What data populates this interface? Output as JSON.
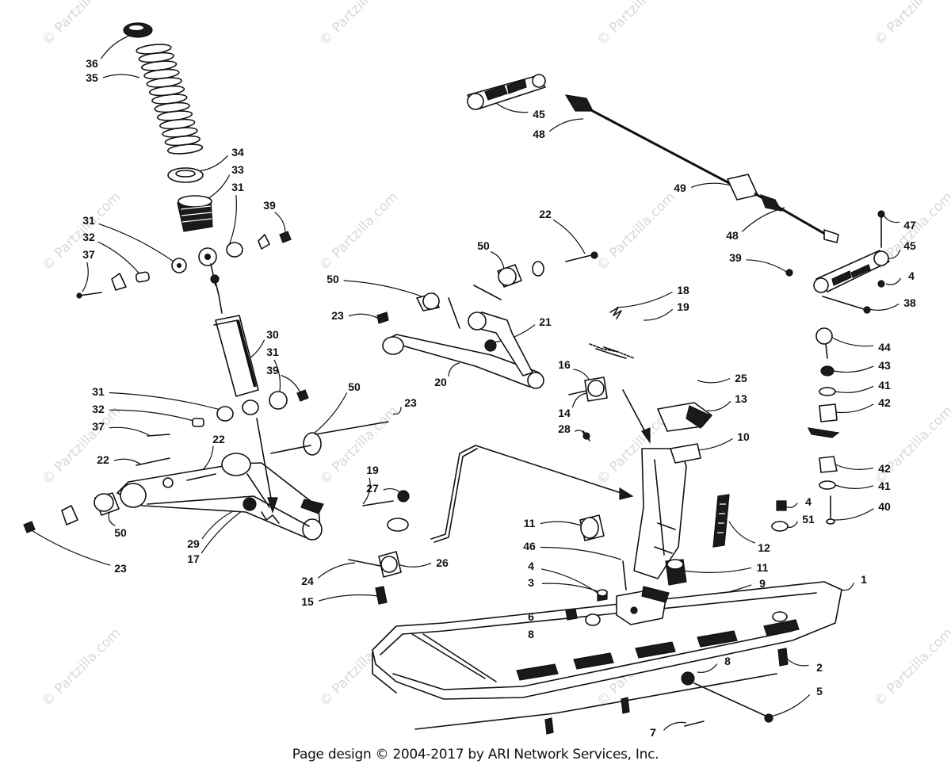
{
  "footer": "Page design © 2004-2017 by ARI Network Services, Inc.",
  "watermark": "© Partzilla.com",
  "colors": {
    "ink": "#111111",
    "watermark": "#b9b9b9",
    "background": "#ffffff"
  },
  "callouts": [
    {
      "id": "36",
      "text": "36"
    },
    {
      "id": "35",
      "text": "35"
    },
    {
      "id": "34",
      "text": "34"
    },
    {
      "id": "33",
      "text": "33"
    },
    {
      "id": "31a",
      "text": "31"
    },
    {
      "id": "39a",
      "text": "39"
    },
    {
      "id": "31b",
      "text": "31"
    },
    {
      "id": "32a",
      "text": "32"
    },
    {
      "id": "37a",
      "text": "37"
    },
    {
      "id": "30",
      "text": "30"
    },
    {
      "id": "31c",
      "text": "31"
    },
    {
      "id": "39b",
      "text": "39"
    },
    {
      "id": "31d",
      "text": "31"
    },
    {
      "id": "32b",
      "text": "32"
    },
    {
      "id": "37b",
      "text": "37"
    },
    {
      "id": "22a",
      "text": "22"
    },
    {
      "id": "22b",
      "text": "22"
    },
    {
      "id": "50a",
      "text": "50"
    },
    {
      "id": "23a",
      "text": "23"
    },
    {
      "id": "50b",
      "text": "50"
    },
    {
      "id": "29",
      "text": "29"
    },
    {
      "id": "17",
      "text": "17"
    },
    {
      "id": "23b",
      "text": "23"
    },
    {
      "id": "22c",
      "text": "22"
    },
    {
      "id": "50c",
      "text": "50"
    },
    {
      "id": "50d",
      "text": "50"
    },
    {
      "id": "23c",
      "text": "23"
    },
    {
      "id": "21",
      "text": "21"
    },
    {
      "id": "20",
      "text": "20"
    },
    {
      "id": "16",
      "text": "16"
    },
    {
      "id": "14",
      "text": "14"
    },
    {
      "id": "28",
      "text": "28"
    },
    {
      "id": "18",
      "text": "18"
    },
    {
      "id": "19a",
      "text": "19"
    },
    {
      "id": "25",
      "text": "25"
    },
    {
      "id": "13",
      "text": "13"
    },
    {
      "id": "10",
      "text": "10"
    },
    {
      "id": "19b",
      "text": "19"
    },
    {
      "id": "27",
      "text": "27"
    },
    {
      "id": "24",
      "text": "24"
    },
    {
      "id": "26",
      "text": "26"
    },
    {
      "id": "15",
      "text": "15"
    },
    {
      "id": "11a",
      "text": "11"
    },
    {
      "id": "46",
      "text": "46"
    },
    {
      "id": "4a",
      "text": "4"
    },
    {
      "id": "3",
      "text": "3"
    },
    {
      "id": "6",
      "text": "6"
    },
    {
      "id": "8a",
      "text": "8"
    },
    {
      "id": "12",
      "text": "12"
    },
    {
      "id": "11b",
      "text": "11"
    },
    {
      "id": "9",
      "text": "9"
    },
    {
      "id": "1",
      "text": "1"
    },
    {
      "id": "8b",
      "text": "8"
    },
    {
      "id": "2",
      "text": "2"
    },
    {
      "id": "5",
      "text": "5"
    },
    {
      "id": "7",
      "text": "7"
    },
    {
      "id": "4b",
      "text": "4"
    },
    {
      "id": "51",
      "text": "51"
    },
    {
      "id": "40",
      "text": "40"
    },
    {
      "id": "41a",
      "text": "41"
    },
    {
      "id": "42a",
      "text": "42"
    },
    {
      "id": "41b",
      "text": "41"
    },
    {
      "id": "42b",
      "text": "42"
    },
    {
      "id": "43",
      "text": "43"
    },
    {
      "id": "44",
      "text": "44"
    },
    {
      "id": "45a",
      "text": "45"
    },
    {
      "id": "48a",
      "text": "48"
    },
    {
      "id": "49",
      "text": "49"
    },
    {
      "id": "48b",
      "text": "48"
    },
    {
      "id": "47",
      "text": "47"
    },
    {
      "id": "45b",
      "text": "45"
    },
    {
      "id": "39c",
      "text": "39"
    },
    {
      "id": "4c",
      "text": "4"
    },
    {
      "id": "38",
      "text": "38"
    }
  ]
}
